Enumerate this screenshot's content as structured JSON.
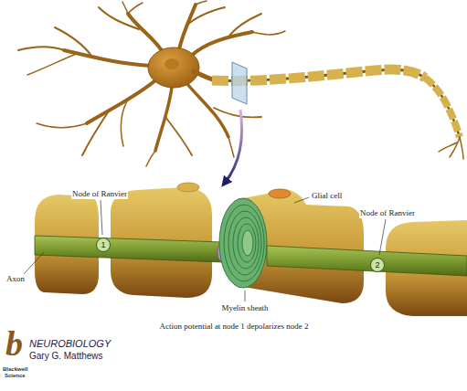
{
  "diagram": {
    "caption": "Action potential at node 1 depolarizes node 2",
    "nodes": [
      {
        "text": [
          "1"
        ]
      },
      {
        "text": [
          "2"
        ]
      }
    ],
    "labels": [
      "Node of Ranvier",
      "Glial cell",
      "Node of Ranvier",
      "Axon",
      "Myelin sheath",
      "b",
      "NEUROBIOLOGY",
      "Gary G. Matthews",
      "Blackwell",
      "Science"
    ]
  }
}
